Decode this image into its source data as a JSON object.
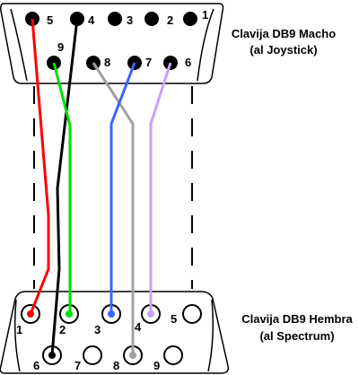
{
  "connectors": {
    "male": {
      "label_line1": "Clavija DB9 Macho",
      "label_line2": "(al Joystick)",
      "pins": [
        {
          "id": "m1",
          "label": "1"
        },
        {
          "id": "m2",
          "label": "2"
        },
        {
          "id": "m3",
          "label": "3"
        },
        {
          "id": "m4",
          "label": "4"
        },
        {
          "id": "m5",
          "label": "5"
        },
        {
          "id": "m6",
          "label": "6"
        },
        {
          "id": "m7",
          "label": "7"
        },
        {
          "id": "m8",
          "label": "8"
        },
        {
          "id": "m9",
          "label": "9"
        }
      ]
    },
    "female": {
      "label_line1": "Clavija DB9 Hembra",
      "label_line2": "(al Spectrum)",
      "pins": [
        {
          "id": "f1",
          "label": "1"
        },
        {
          "id": "f2",
          "label": "2"
        },
        {
          "id": "f3",
          "label": "3"
        },
        {
          "id": "f4",
          "label": "4"
        },
        {
          "id": "f5",
          "label": "5"
        },
        {
          "id": "f6",
          "label": "6"
        },
        {
          "id": "f7",
          "label": "7"
        },
        {
          "id": "f8",
          "label": "8"
        },
        {
          "id": "f9",
          "label": "9"
        }
      ]
    }
  },
  "wires": [
    {
      "from": "5",
      "to": "1",
      "color": "#ff0000"
    },
    {
      "from": "4",
      "to": "6",
      "color": "#000000"
    },
    {
      "from": "9",
      "to": "2",
      "color": "#00e000"
    },
    {
      "from": "8",
      "to": "8",
      "color": "#a0a0a0"
    },
    {
      "from": "7",
      "to": "3",
      "color": "#3a66ff"
    },
    {
      "from": "6",
      "to": "4",
      "color": "#c8a0ff"
    }
  ],
  "colors": {
    "outline": "#000000",
    "pin_filled": "#000000",
    "pin_hole": "#ffffff"
  }
}
